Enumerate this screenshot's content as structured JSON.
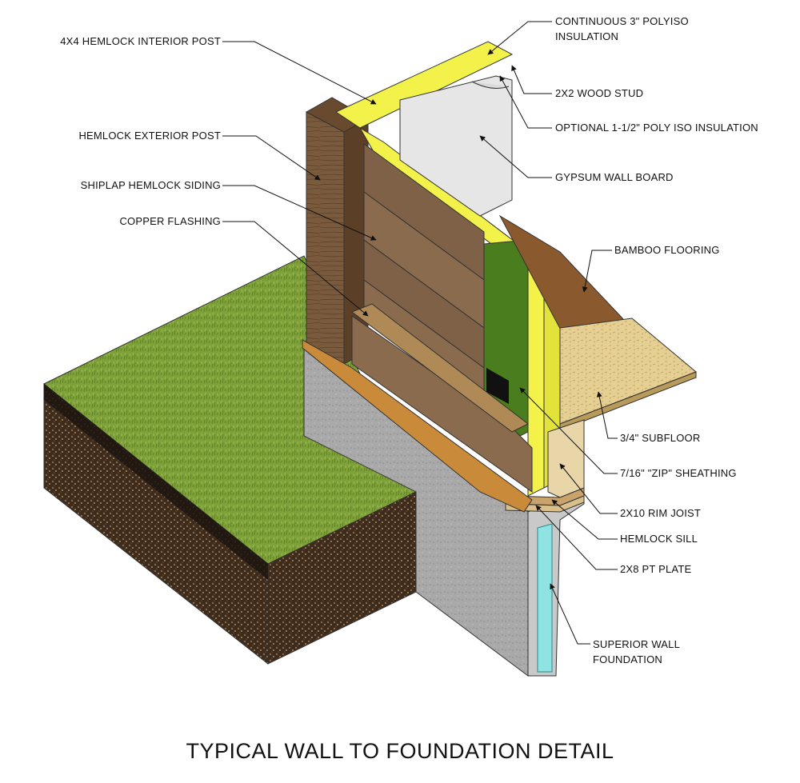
{
  "title": "TYPICAL WALL TO FOUNDATION DETAIL",
  "labels": {
    "interior_post": "4X4 HEMLOCK INTERIOR POST",
    "exterior_post": "HEMLOCK EXTERIOR POST",
    "siding": "SHIPLAP HEMLOCK SIDING",
    "flashing": "COPPER FLASHING",
    "polyiso_line1": "CONTINUOUS 3\" POLYISO",
    "polyiso_line2": "INSULATION",
    "wood_stud": "2X2 WOOD STUD",
    "optional_polyiso": "OPTIONAL 1-1/2\" POLY ISO INSULATION",
    "gypsum": "GYPSUM WALL BOARD",
    "bamboo": "BAMBOO FLOORING",
    "subfloor": "3/4\" SUBFLOOR",
    "zip": "7/16\" \"ZIP\" SHEATHING",
    "rim_joist": "2X10 RIM JOIST",
    "sill": "HEMLOCK SILL",
    "pt_plate": "2X8 PT PLATE",
    "foundation_line1": "SUPERIOR WALL",
    "foundation_line2": "FOUNDATION"
  },
  "colors": {
    "insulation": "#f2f24a",
    "sheathing": "#4a7d1e",
    "wood": "#7a5a3c",
    "concrete": "#a7a7a7",
    "grass": "#7fa13a",
    "soil": "#4a3624",
    "foundation_insulation": "#8fe3e3"
  }
}
